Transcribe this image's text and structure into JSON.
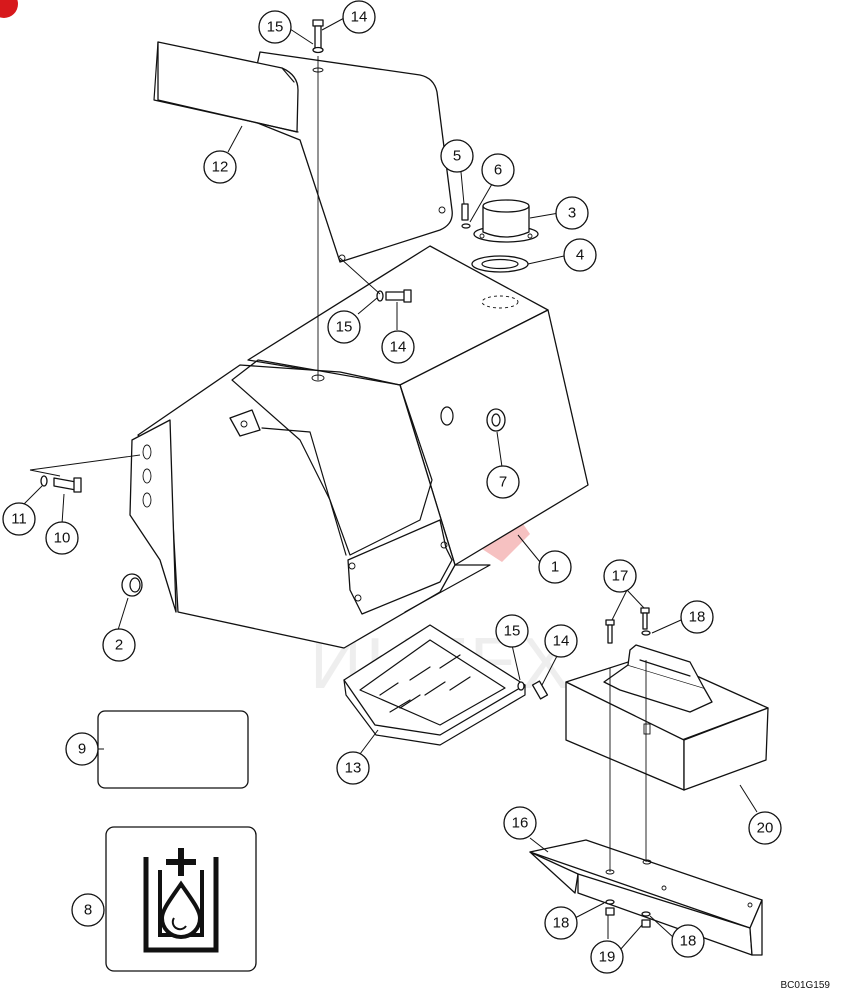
{
  "figure_code": "BC01G159",
  "watermark": {
    "text": "ИНТЕХ",
    "color": "#f2a3a3"
  },
  "callouts": [
    {
      "id": "c1",
      "label": "1"
    },
    {
      "id": "c2",
      "label": "2"
    },
    {
      "id": "c3",
      "label": "3"
    },
    {
      "id": "c4",
      "label": "4"
    },
    {
      "id": "c5",
      "label": "5"
    },
    {
      "id": "c6",
      "label": "6"
    },
    {
      "id": "c7",
      "label": "7"
    },
    {
      "id": "c8",
      "label": "8"
    },
    {
      "id": "c9",
      "label": "9"
    },
    {
      "id": "c10",
      "label": "10"
    },
    {
      "id": "c11",
      "label": "11"
    },
    {
      "id": "c12",
      "label": "12"
    },
    {
      "id": "c13",
      "label": "13"
    },
    {
      "id": "c14a",
      "label": "14"
    },
    {
      "id": "c14b",
      "label": "14"
    },
    {
      "id": "c14c",
      "label": "14"
    },
    {
      "id": "c15a",
      "label": "15"
    },
    {
      "id": "c15b",
      "label": "15"
    },
    {
      "id": "c15c",
      "label": "15"
    },
    {
      "id": "c16",
      "label": "16"
    },
    {
      "id": "c17",
      "label": "17"
    },
    {
      "id": "c18a",
      "label": "18"
    },
    {
      "id": "c18b",
      "label": "18"
    },
    {
      "id": "c18c",
      "label": "18"
    },
    {
      "id": "c19",
      "label": "19"
    },
    {
      "id": "c20",
      "label": "20"
    }
  ],
  "icons": {
    "corner_mark": "red-corner-dot",
    "decal_8": "fuel-drop-icon"
  }
}
